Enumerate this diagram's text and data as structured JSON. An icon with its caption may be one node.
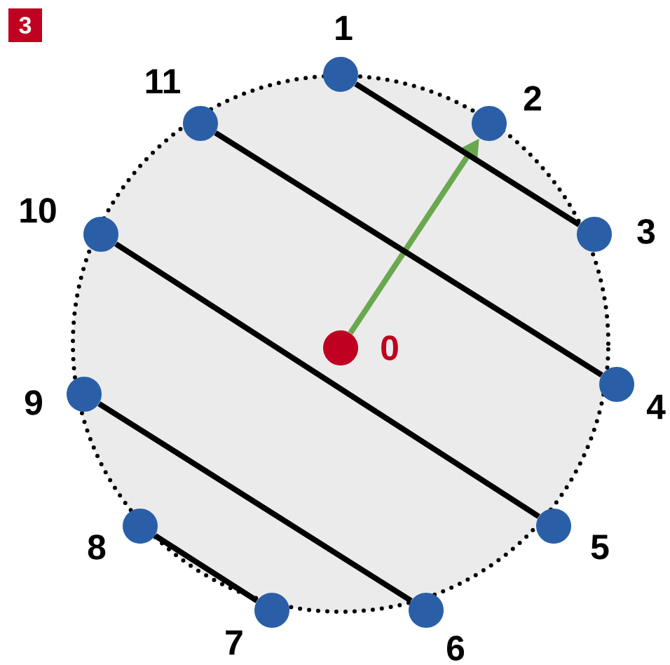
{
  "diagram": {
    "nodes": [
      {
        "text": [
          "0"
        ]
      },
      {
        "text": [
          "1"
        ]
      },
      {
        "text": [
          "2"
        ]
      },
      {
        "text": [
          "3"
        ]
      },
      {
        "text": [
          "4"
        ]
      },
      {
        "text": [
          "5"
        ]
      },
      {
        "text": [
          "6"
        ]
      },
      {
        "text": [
          "7"
        ]
      },
      {
        "text": [
          "8"
        ]
      },
      {
        "text": [
          "9"
        ]
      },
      {
        "text": [
          "10"
        ]
      },
      {
        "text": [
          "11"
        ]
      }
    ],
    "edges": [
      {
        "from": 0,
        "to": 2,
        "arrow": "to",
        "color": "#6aa84f"
      },
      {
        "from": 1,
        "to": 3,
        "arrow": "none"
      },
      {
        "from": 11,
        "to": 4,
        "arrow": "none"
      },
      {
        "from": 10,
        "to": 5,
        "arrow": "none"
      },
      {
        "from": 9,
        "to": 6,
        "arrow": "none"
      },
      {
        "from": 8,
        "to": 7,
        "arrow": "none"
      }
    ],
    "labels": [
      "3"
    ]
  }
}
